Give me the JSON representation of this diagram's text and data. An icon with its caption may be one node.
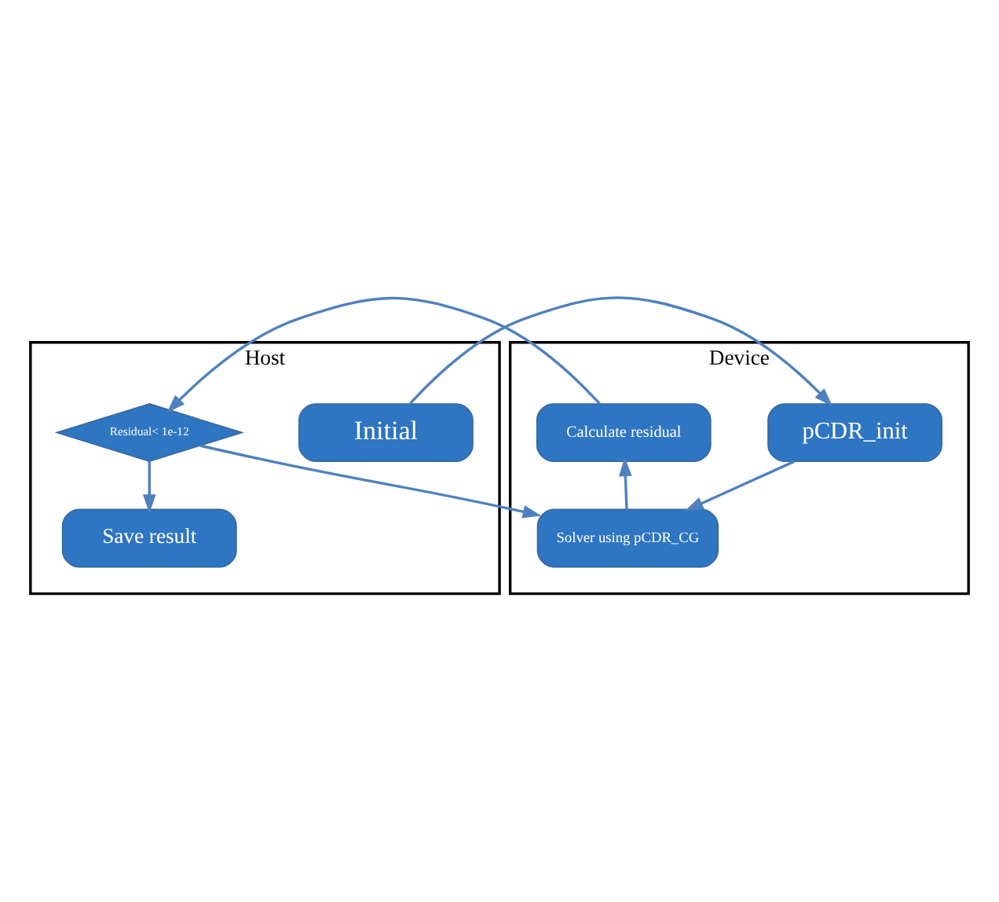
{
  "diagram": {
    "nodes": [
      {
        "text": [
          "Host"
        ]
      },
      {
        "text": [
          "Device"
        ]
      },
      {
        "text": [
          "Initial"
        ],
        "in": 0
      },
      {
        "text": [
          "pCDR_init"
        ],
        "in": 1
      },
      {
        "text": [
          "Solver using pCDR_CG"
        ],
        "in": 1
      },
      {
        "text": [
          "Calculate residual"
        ],
        "in": 1
      },
      {
        "text": [
          "Residual< 1e-12"
        ],
        "in": 0
      },
      {
        "text": [
          "Save result"
        ],
        "in": 0
      }
    ],
    "edges": [
      {
        "from": 2,
        "to": 3,
        "arrow": "to"
      },
      {
        "from": 3,
        "to": 4,
        "arrow": "to"
      },
      {
        "from": 4,
        "to": 5,
        "arrow": "to"
      },
      {
        "from": 5,
        "to": 6,
        "arrow": "to"
      },
      {
        "from": 6,
        "to": 4,
        "arrow": "to"
      },
      {
        "from": 6,
        "to": 7,
        "arrow": "to"
      }
    ]
  }
}
